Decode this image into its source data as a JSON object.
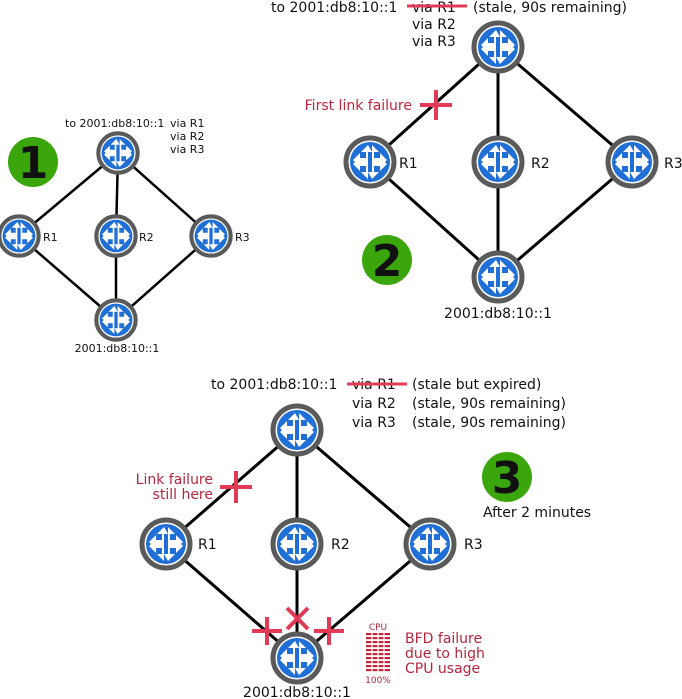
{
  "colors": {
    "router_fill": "#1f6fd6",
    "router_ring": "#5a5a5a",
    "link": "#000000",
    "failure": "#e23a55",
    "failure_text": "#b5263d",
    "step_badge": "#3aa60c"
  },
  "icons": [
    "router-icon",
    "link-failure-mark",
    "bfd-failure-x",
    "cpu-meter-icon"
  ],
  "panel1": {
    "step": "1",
    "route_dest": "to 2001:db8:10::1",
    "via": [
      "via R1",
      "via R2",
      "via R3"
    ],
    "r1": "R1",
    "r2": "R2",
    "r3": "R3",
    "dest": "2001:db8:10::1"
  },
  "panel2": {
    "step": "2",
    "route_dest": "to 2001:db8:10::1",
    "via": [
      "via R1",
      "via R2",
      "via R3"
    ],
    "via1_note": "(stale, 90s remaining)",
    "failure_label": "First link failure",
    "r1": "R1",
    "r2": "R2",
    "r3": "R3",
    "dest": "2001:db8:10::1"
  },
  "panel3": {
    "step": "3",
    "route_dest": "to 2001:db8:10::1",
    "via": [
      "via R1",
      "via R2",
      "via R3"
    ],
    "notes": [
      "(stale but expired)",
      "(stale, 90s remaining)",
      "(stale, 90s remaining)"
    ],
    "failure_label_line1": "Link failure",
    "failure_label_line2": "still here",
    "after_label": "After 2 minutes",
    "cpu_top": "CPU",
    "cpu_bottom": "100%",
    "bfd_line1": "BFD failure",
    "bfd_line2": "due to high",
    "bfd_line3": "CPU usage",
    "r1": "R1",
    "r2": "R2",
    "r3": "R3",
    "dest": "2001:db8:10::1"
  }
}
